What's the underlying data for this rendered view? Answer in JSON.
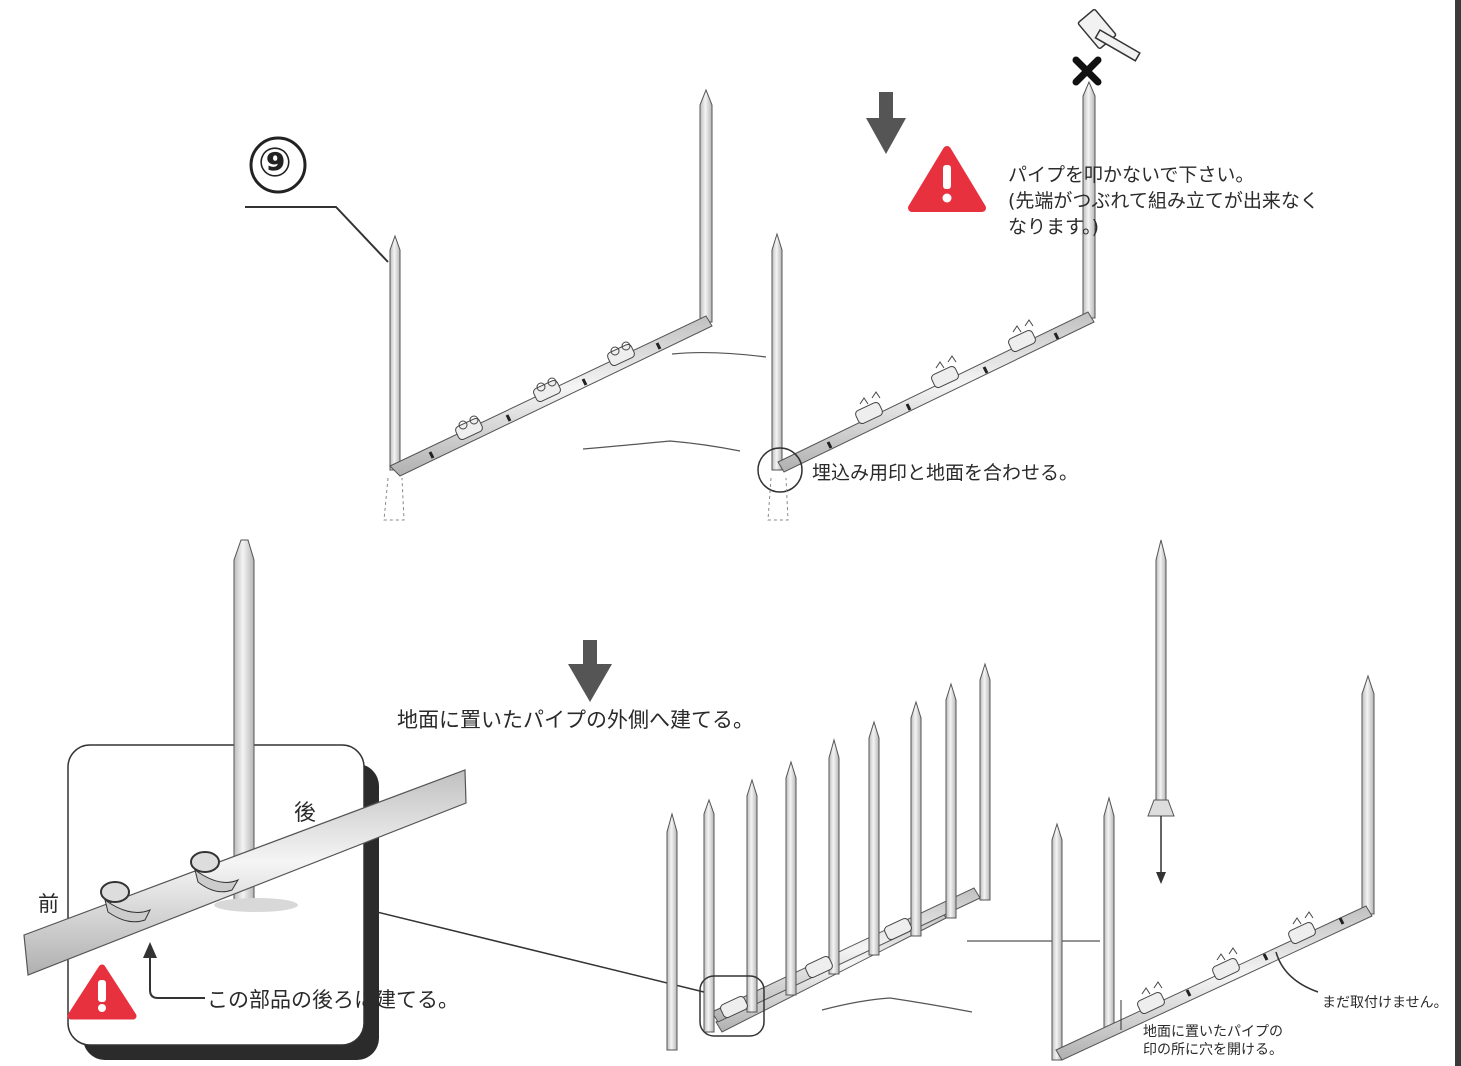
{
  "step_number": "⑨",
  "labels": {
    "warning_line1": "パイプを叩かないで下さい。",
    "warning_line2": "(先端がつぶれて組み立てが出来なく",
    "warning_line3": "なります。)",
    "align_mark": "埋込み用印と地面を合わせる。",
    "outside_ground_pipe": "地面に置いたパイプの外側へ建てる。",
    "behind_part": "この部品の後ろに建てる。",
    "back": "後",
    "front": "前",
    "not_yet": "まだ取付けません。",
    "hole_line1": "地面に置いたパイプの",
    "hole_line2": "印の所に穴を開ける。"
  },
  "icons": [
    "hammer-icon",
    "cross-icon",
    "down-arrow-icon",
    "warning-icon",
    "pointer-arrow-icon"
  ],
  "colors": {
    "warning": "#e8313f",
    "arrow": "#555555",
    "line": "#333333",
    "pipe": "#e2e2e2"
  }
}
